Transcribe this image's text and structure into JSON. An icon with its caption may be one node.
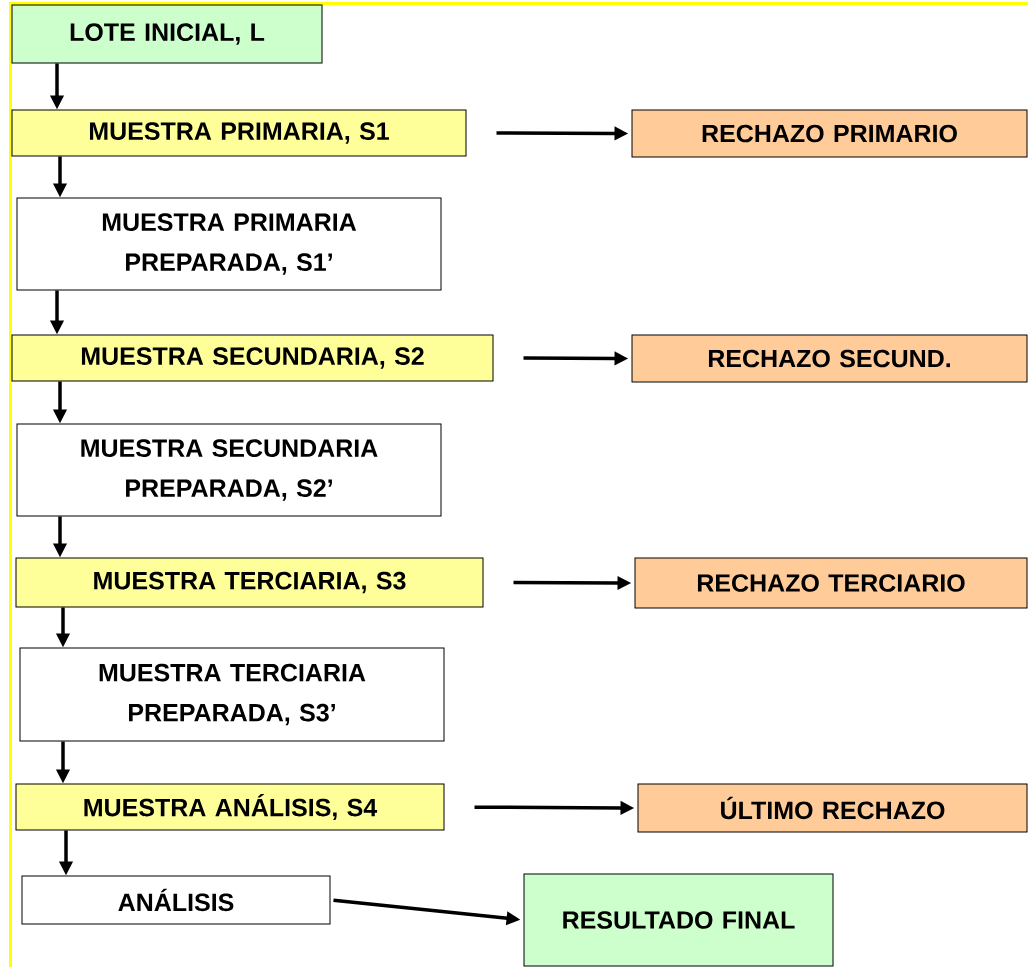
{
  "diagram": {
    "nodes": [
      {
        "text": [
          "LOTE INICIAL, L"
        ]
      },
      {
        "text": [
          "MUESTRA PRIMARIA, S1"
        ]
      },
      {
        "text": [
          "RECHAZO PRIMARIO"
        ]
      },
      {
        "text": [
          "MUESTRA PRIMARIA PREPARADA, S1’"
        ]
      },
      {
        "text": [
          "MUESTRA SECUNDARIA, S2"
        ]
      },
      {
        "text": [
          "RECHAZO SECUND."
        ]
      },
      {
        "text": [
          "MUESTRA SECUNDARIA PREPARADA, S2’"
        ]
      },
      {
        "text": [
          "MUESTRA TERCIARIA, S3"
        ]
      },
      {
        "text": [
          "RECHAZO TERCIARIO"
        ]
      },
      {
        "text": [
          "MUESTRA TERCIARIA PREPARADA, S3’"
        ]
      },
      {
        "text": [
          "MUESTRA ANÁLISIS, S4"
        ]
      },
      {
        "text": [
          "ÚLTIMO RECHAZO"
        ]
      },
      {
        "text": [
          "ANÁLISIS"
        ]
      },
      {
        "text": [
          "RESULTADO FINAL"
        ]
      }
    ],
    "edges": [
      {
        "from": 0,
        "to": 1,
        "arrow": "to"
      },
      {
        "from": 1,
        "to": 2,
        "arrow": "to"
      },
      {
        "from": 1,
        "to": 3,
        "arrow": "to"
      },
      {
        "from": 3,
        "to": 4,
        "arrow": "to"
      },
      {
        "from": 4,
        "to": 5,
        "arrow": "to"
      },
      {
        "from": 4,
        "to": 6,
        "arrow": "to"
      },
      {
        "from": 6,
        "to": 7,
        "arrow": "to"
      },
      {
        "from": 7,
        "to": 8,
        "arrow": "to"
      },
      {
        "from": 7,
        "to": 9,
        "arrow": "to"
      },
      {
        "from": 9,
        "to": 10,
        "arrow": "to"
      },
      {
        "from": 10,
        "to": 11,
        "arrow": "to"
      },
      {
        "from": 10,
        "to": 12,
        "arrow": "to"
      },
      {
        "from": 12,
        "to": 13,
        "arrow": "to"
      }
    ]
  }
}
